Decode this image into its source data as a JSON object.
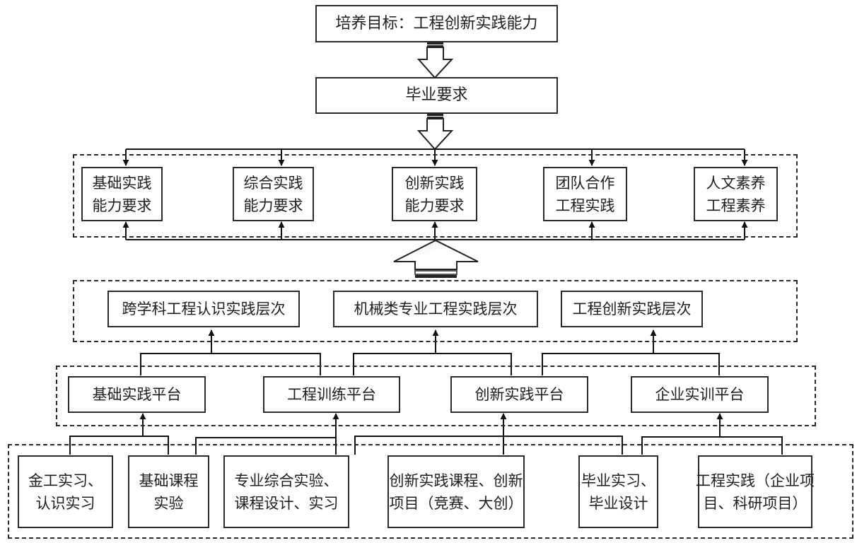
{
  "goal": {
    "label": "培养目标：工程创新实践能力"
  },
  "graduation": {
    "label": "毕业要求"
  },
  "requirements": [
    {
      "line1": "基础实践",
      "line2": "能力要求"
    },
    {
      "line1": "综合实践",
      "line2": "能力要求"
    },
    {
      "line1": "创新实践",
      "line2": "能力要求"
    },
    {
      "line1": "团队合作",
      "line2": "工程实践"
    },
    {
      "line1": "人文素养",
      "line2": "工程素养"
    }
  ],
  "levels": [
    {
      "label": "跨学科工程认识实践层次"
    },
    {
      "label": "机械类专业工程实践层次"
    },
    {
      "label": "工程创新实践层次"
    }
  ],
  "platforms": [
    {
      "label": "基础实践平台"
    },
    {
      "label": "工程训练平台"
    },
    {
      "label": "创新实践平台"
    },
    {
      "label": "企业实训平台"
    }
  ],
  "activities": [
    {
      "line1": "金工实习、",
      "line2": "认识实习"
    },
    {
      "line1": "基础课程",
      "line2": "实验"
    },
    {
      "line1": "专业综合实验、",
      "line2": "课程设计、实习"
    },
    {
      "line1": "创新实践课程、创新",
      "line2": "项目（竞赛、大创）"
    },
    {
      "line1": "毕业实习、",
      "line2": "毕业设计"
    },
    {
      "line1": "工程实践（企业项",
      "line2": "目、科研项目）"
    }
  ],
  "colors": {
    "stroke": "#2a2a2a",
    "text": "#1e1e1e",
    "background": "#ffffff"
  }
}
